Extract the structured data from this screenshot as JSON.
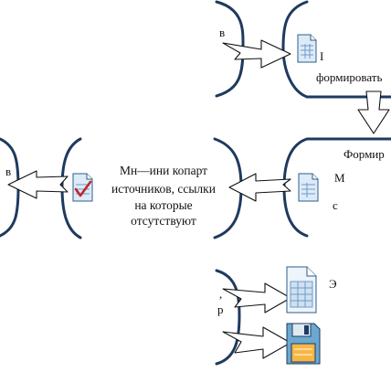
{
  "colors": {
    "bracket": "#1f3a5f",
    "arrow_fill": "#ffffff",
    "arrow_stroke": "#111111",
    "doc_fill": "#ddeaf7",
    "doc_stroke": "#2f5d8a",
    "table_line": "#6d9bc8",
    "check": "#c0262c",
    "disk_fill": "#6aa8cf",
    "disk_label": "#f7b643"
  },
  "icons": {
    "top": "table-document-icon",
    "middle_right": "table-document-icon",
    "middle_left": "checked-table-document-icon",
    "bottom_sheet": "spreadsheet-document-icon",
    "bottom_disk": "floppy-disk-icon"
  },
  "labels": {
    "top_left_fragment": "в",
    "top_right_fragment_1": "I",
    "top_right_fragment_2": "формировать",
    "mid_right_fragment_top": "Формир",
    "mid_right_fragment_1": "М",
    "mid_right_fragment_2": "с",
    "mid_left_fragment": "в",
    "center_line_1": "Мн—ини копарт",
    "center_line_2": "источников, ссылки",
    "center_line_3": "на которые",
    "center_line_4": "отсутствуют",
    "bottom_left_fragment_1": ",",
    "bottom_left_fragment_2": "р",
    "bottom_right_fragment": "Э"
  }
}
